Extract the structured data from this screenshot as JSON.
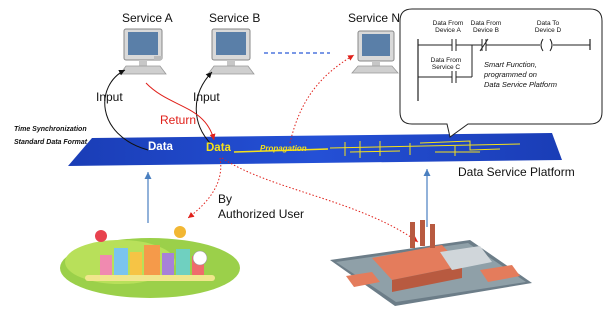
{
  "services": {
    "a": "Service A",
    "b": "Service B",
    "n": "Service N"
  },
  "labels": {
    "input_left": "Input",
    "input_right": "Input",
    "return": "Return",
    "time_sync": "Time Synchronization",
    "standard_format": "Standard Data Format",
    "data_left": "Data",
    "data_center": "Data",
    "propagation": "Propagation",
    "platform": "Data Service Platform",
    "by": "By",
    "authorized_user": "Authorized User"
  },
  "ladder": {
    "data_from_device_a": "Data From Device A",
    "data_from_device_b": "Data From Device B",
    "data_to_device_d": "Data To Device D",
    "data_from_service_c": "Data From Service C",
    "smart_function_1": "Smart Function,",
    "smart_function_2": "programmed on",
    "smart_function_3": "Data Service Platform"
  },
  "colors": {
    "platform_blue": "#1f46c8",
    "data_yellow": "#f5e11a",
    "return_red": "#e0201a",
    "arrow_black": "#111111",
    "dashed_blue": "#2a5bd7",
    "uplink_blue": "#4a7fc0"
  }
}
